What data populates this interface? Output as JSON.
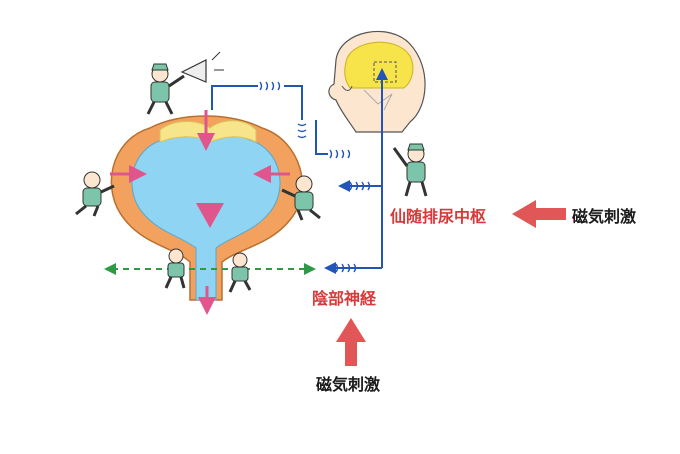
{
  "labels": {
    "sacral_center": "仙随排尿中枢",
    "pudendal_nerve": "陰部神経",
    "magnetic_stimulation_right": "磁気刺激",
    "magnetic_stimulation_bottom": "磁気刺激"
  },
  "colors": {
    "bladder_outer": "#f2a25e",
    "bladder_inner": "#8fd4f2",
    "urine_top": "#f6e58a",
    "arrow_pink": "#e0558c",
    "nerve_blue": "#2255b5",
    "label_red": "#d83a3a",
    "stim_arrow_red": "#e15656",
    "dashed_green": "#2e9a45",
    "figure_green": "#7cc5aa",
    "brain_yellow": "#f7e34a",
    "skin": "#fde6cf"
  },
  "icons": [
    "megaphone-icon",
    "brain-icon",
    "nerve-signal-icon",
    "worker-figure-icon"
  ]
}
